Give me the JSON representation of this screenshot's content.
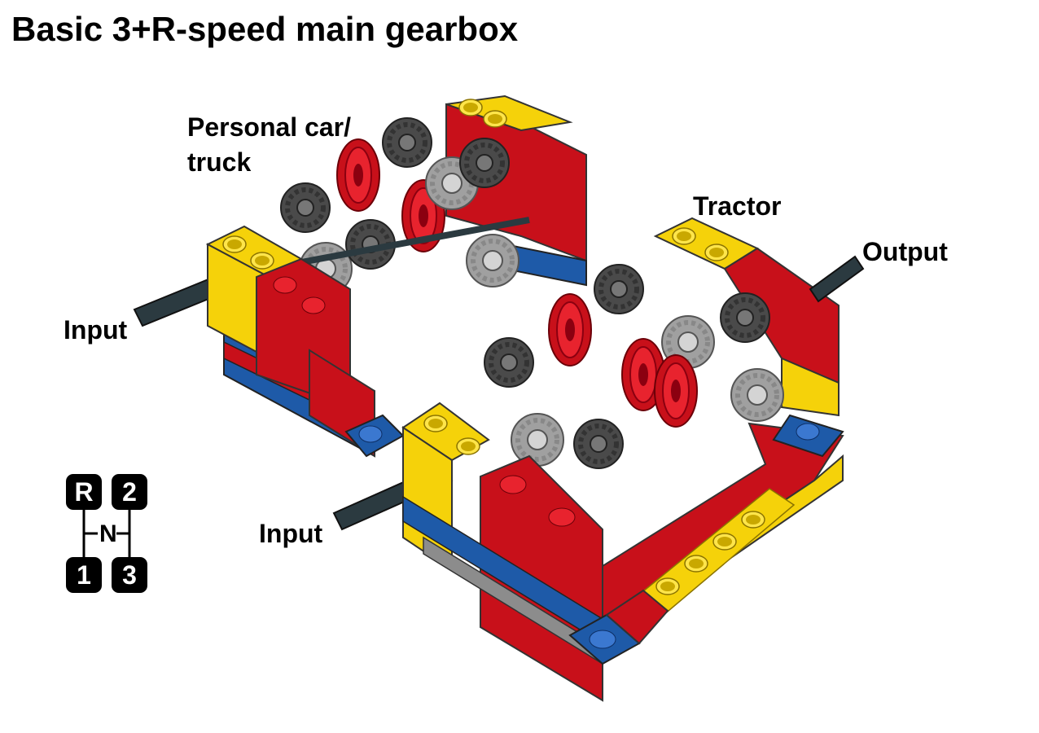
{
  "title": "Basic 3+R-speed main gearbox",
  "labels": {
    "personal_car": "Personal car/",
    "truck": "truck",
    "tractor": "Tractor",
    "output": "Output",
    "input_top": "Input",
    "input_bottom": "Input"
  },
  "shift_pattern": {
    "top_left": "R",
    "top_right": "2",
    "neutral": "N",
    "bottom_left": "1",
    "bottom_right": "3"
  },
  "colors": {
    "yellow": "#f5d20a",
    "red": "#c8101a",
    "blue": "#1e5aa8",
    "dark_gear": "#4a4a4a",
    "light_gear": "#a0a0a0",
    "axle": "#2b3a40"
  }
}
